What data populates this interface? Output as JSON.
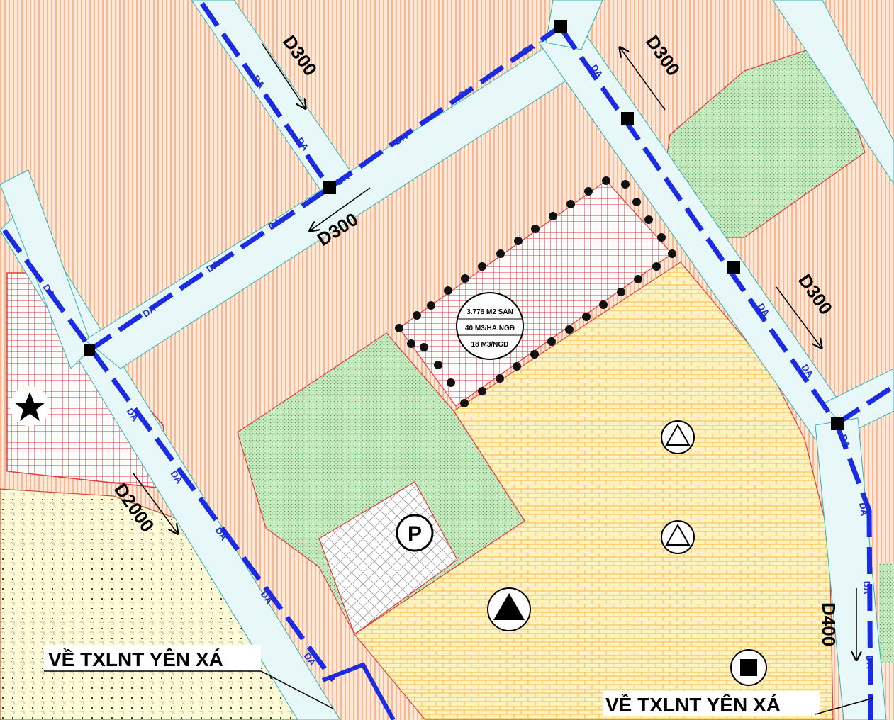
{
  "colors": {
    "residential_orange": "#f08a4b",
    "green_park": "#5fbf5f",
    "yellow_zone": "#f5c842",
    "red_grid": "#e23a3a",
    "pipe_blue": "#1a2be0",
    "road_fill": "#e8f7f7"
  },
  "pipe_label": "DA",
  "pipe_diameters": {
    "top_left_vertical": "D300",
    "top_right_vertical": "D300",
    "middle_horizontal": "D300",
    "right_vertical": "D300",
    "left_diagonal": "D2000",
    "bottom_right": "D400"
  },
  "station": {
    "area": "3.776 M2 SÀN",
    "rate": "40 M3/HA.NGĐ",
    "capacity": "18 M3/NGĐ"
  },
  "parking_symbol": "P",
  "destinations": {
    "left": "VỀ TXLNT YÊN XÁ",
    "right": "VỀ TXLNT YÊN XÁ"
  },
  "icons": [
    "star-icon",
    "triangle-outline-icon",
    "triangle-outline-icon",
    "triangle-filled-icon",
    "square-filled-icon",
    "parking-icon"
  ]
}
